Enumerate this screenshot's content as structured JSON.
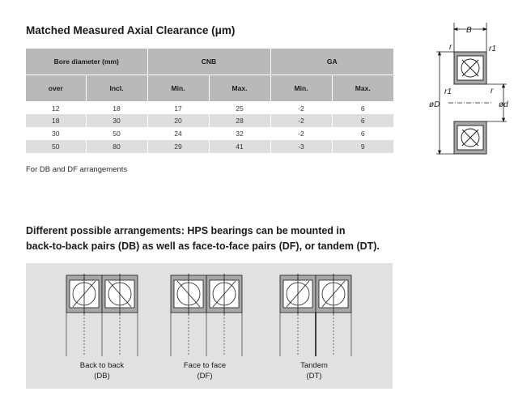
{
  "title": "Matched Measured Axial Clearance (μm)",
  "table": {
    "group_headers": [
      "Bore diameter (mm)",
      "CNB",
      "GA"
    ],
    "sub_headers": [
      "over",
      "Incl.",
      "Min.",
      "Max.",
      "Min.",
      "Max."
    ],
    "rows": [
      [
        "12",
        "18",
        "17",
        "25",
        "-2",
        "6"
      ],
      [
        "18",
        "30",
        "20",
        "28",
        "-2",
        "6"
      ],
      [
        "30",
        "50",
        "24",
        "32",
        "-2",
        "6"
      ],
      [
        "50",
        "80",
        "29",
        "41",
        "-3",
        "9"
      ]
    ]
  },
  "note": "For DB and DF arrangements",
  "arrangements_text": {
    "line1": "Different possible arrangements: HPS bearings can be mounted in",
    "line2": "back-to-back pairs (DB) as well as face-to-face pairs (DF), or tandem (DT)."
  },
  "arrangements": [
    {
      "label": "Back to back",
      "code": "(DB)"
    },
    {
      "label": "Face to face",
      "code": "(DF)"
    },
    {
      "label": "Tandem",
      "code": "(DT)"
    }
  ],
  "cross_section": {
    "width_label": "B",
    "outer_dia_label": "øD",
    "bore_dia_label": "ød",
    "r_label_top": "r",
    "r1_label_top": "r1",
    "r1_label_left": "r1",
    "r_label_right": "r"
  },
  "colors": {
    "header_gray": "#b9b9b9",
    "row_alt": "#dedede",
    "panel_gray": "#e1e1e1",
    "ring_gray": "#a8a8a8"
  }
}
